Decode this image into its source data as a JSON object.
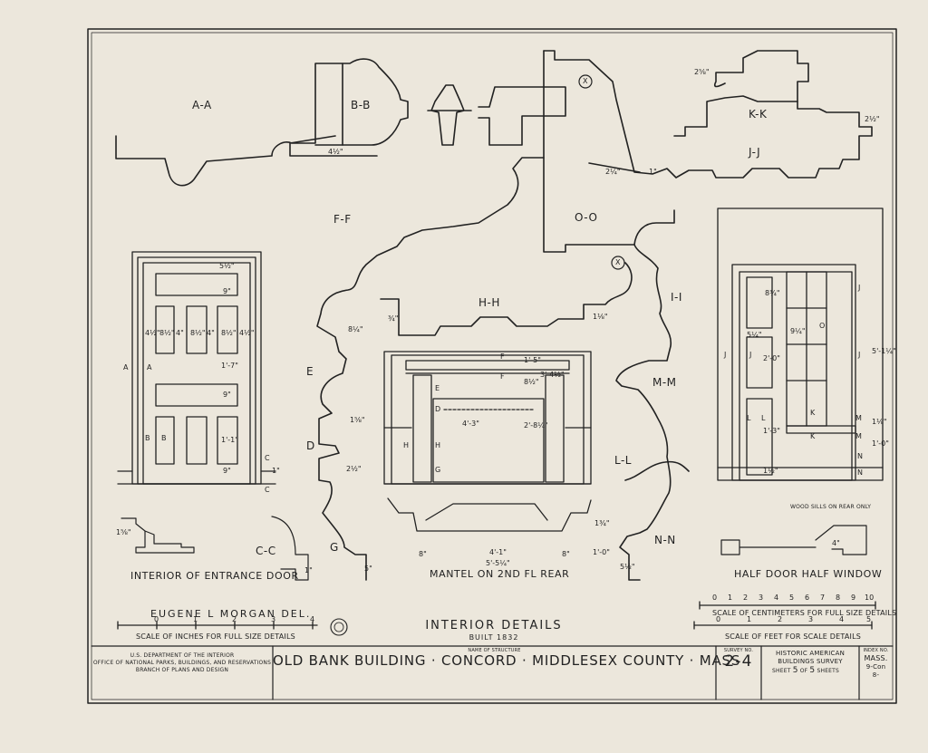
{
  "section_labels": {
    "aa": "A-A",
    "bb": "B-B",
    "kk": "K-K",
    "jj": "J-J",
    "ff": "F-F",
    "oo": "O-O",
    "hh": "H-H",
    "ii": "I-I",
    "mm": "M-M",
    "ll": "L-L",
    "nn": "N-N",
    "cc": "C-C",
    "e": "E",
    "d": "D",
    "g": "G",
    "x": "X"
  },
  "marks": {
    "a": "A",
    "b": "B",
    "c": "C",
    "e": "E",
    "f": "F",
    "d": "D",
    "h": "H",
    "g": "G",
    "j": "J",
    "o": "O",
    "k": "K",
    "l": "L",
    "m": "M",
    "n": "N"
  },
  "dimensions": {
    "d1": "4½\"",
    "d2": "2¼\"",
    "d3": "1\"",
    "d4": "2⅝\"",
    "d5": "2½\"",
    "d6": "¾\"",
    "d7": "1⅛\"",
    "d8": "8¼\"",
    "d9": "5½\"",
    "d10": "9\"",
    "d11": "4½\"",
    "d12": "8½\"",
    "d13": "4\"",
    "d14": "8½\"",
    "d15": "4\"",
    "d16": "8½\"",
    "d17": "4½\"",
    "d18": "1'-7\"",
    "d19": "9\"",
    "d20": "1'-1\"",
    "d21": "9\"",
    "d22": "1'-5\"",
    "d23": "3'-4½\"",
    "d24": "8½\"",
    "d25": "4'-3\"",
    "d26": "2'-8¼\"",
    "d27": "1⅝\"",
    "d28": "2½\"",
    "d29": "1\"",
    "d30": "1\"",
    "d31": "1⅝\"",
    "d32": "1¾\"",
    "d33": "4'-1\"",
    "d34": "8\"",
    "d35": "8\"",
    "d36": "5'-5¼\"",
    "d37": "1'-0\"",
    "d38": "5½\"",
    "d39": "4\"",
    "d40": "5\"",
    "d41": "5'-1¼\"",
    "d42": "1'-0\"",
    "d43": "8¾\"",
    "d44": "5¼\"",
    "d45": "9¼\"",
    "d46": "2'-0\"",
    "d47": "1'-3\"",
    "d48": "1½\"",
    "d49": "1⅛\""
  },
  "captions": {
    "entrance_door": "INTERIOR OF ENTRANCE DOOR",
    "mantel": "MANTEL ON 2ND FL REAR",
    "half_door": "HALF DOOR HALF WINDOW",
    "wood_sills": "WOOD SILLS ON REAR ONLY"
  },
  "scales": {
    "delineator": "EUGENE L MORGAN DEL.",
    "inches_ticks": [
      "0",
      "1",
      "2",
      "3",
      "4"
    ],
    "inches_label": "SCALE OF INCHES FOR FULL SIZE DETAILS",
    "cm_ticks": [
      "0",
      "1",
      "2",
      "3",
      "4",
      "5",
      "6",
      "7",
      "8",
      "9",
      "10"
    ],
    "cm_label": "SCALE OF CENTIMETERS FOR FULL SIZE DETAILS",
    "feet_ticks": [
      "0",
      "1",
      "2",
      "3",
      "4",
      "5"
    ],
    "feet_label": "SCALE OF FEET FOR SCALE DETAILS"
  },
  "sheet_title": {
    "title": "INTERIOR DETAILS",
    "built": "BUILT 1832"
  },
  "title_block": {
    "dept": "U.S. DEPARTMENT OF THE INTERIOR",
    "office": "OFFICE OF NATIONAL PARKS, BUILDINGS, AND RESERVATIONS",
    "branch": "BRANCH OF PLANS AND DESIGN",
    "structure_label": "NAME OF STRUCTURE",
    "structure_name": "OLD BANK BUILDING · CONCORD · MIDDLESEX COUNTY · MASS",
    "survey_label": "SURVEY NO.",
    "survey_no": "2-4",
    "habs1": "HISTORIC AMERICAN",
    "habs2": "BUILDINGS SURVEY",
    "sheet_word": "SHEET",
    "sheet_no": "5",
    "of_word": "OF",
    "sheet_total": "5",
    "sheets_word": "SHEETS",
    "index_label": "INDEX NO.",
    "index_1": "MASS.",
    "index_2": "9-Con",
    "index_3": "8-"
  },
  "colors": {
    "paper": "#ece7dc",
    "ink": "#222222"
  }
}
